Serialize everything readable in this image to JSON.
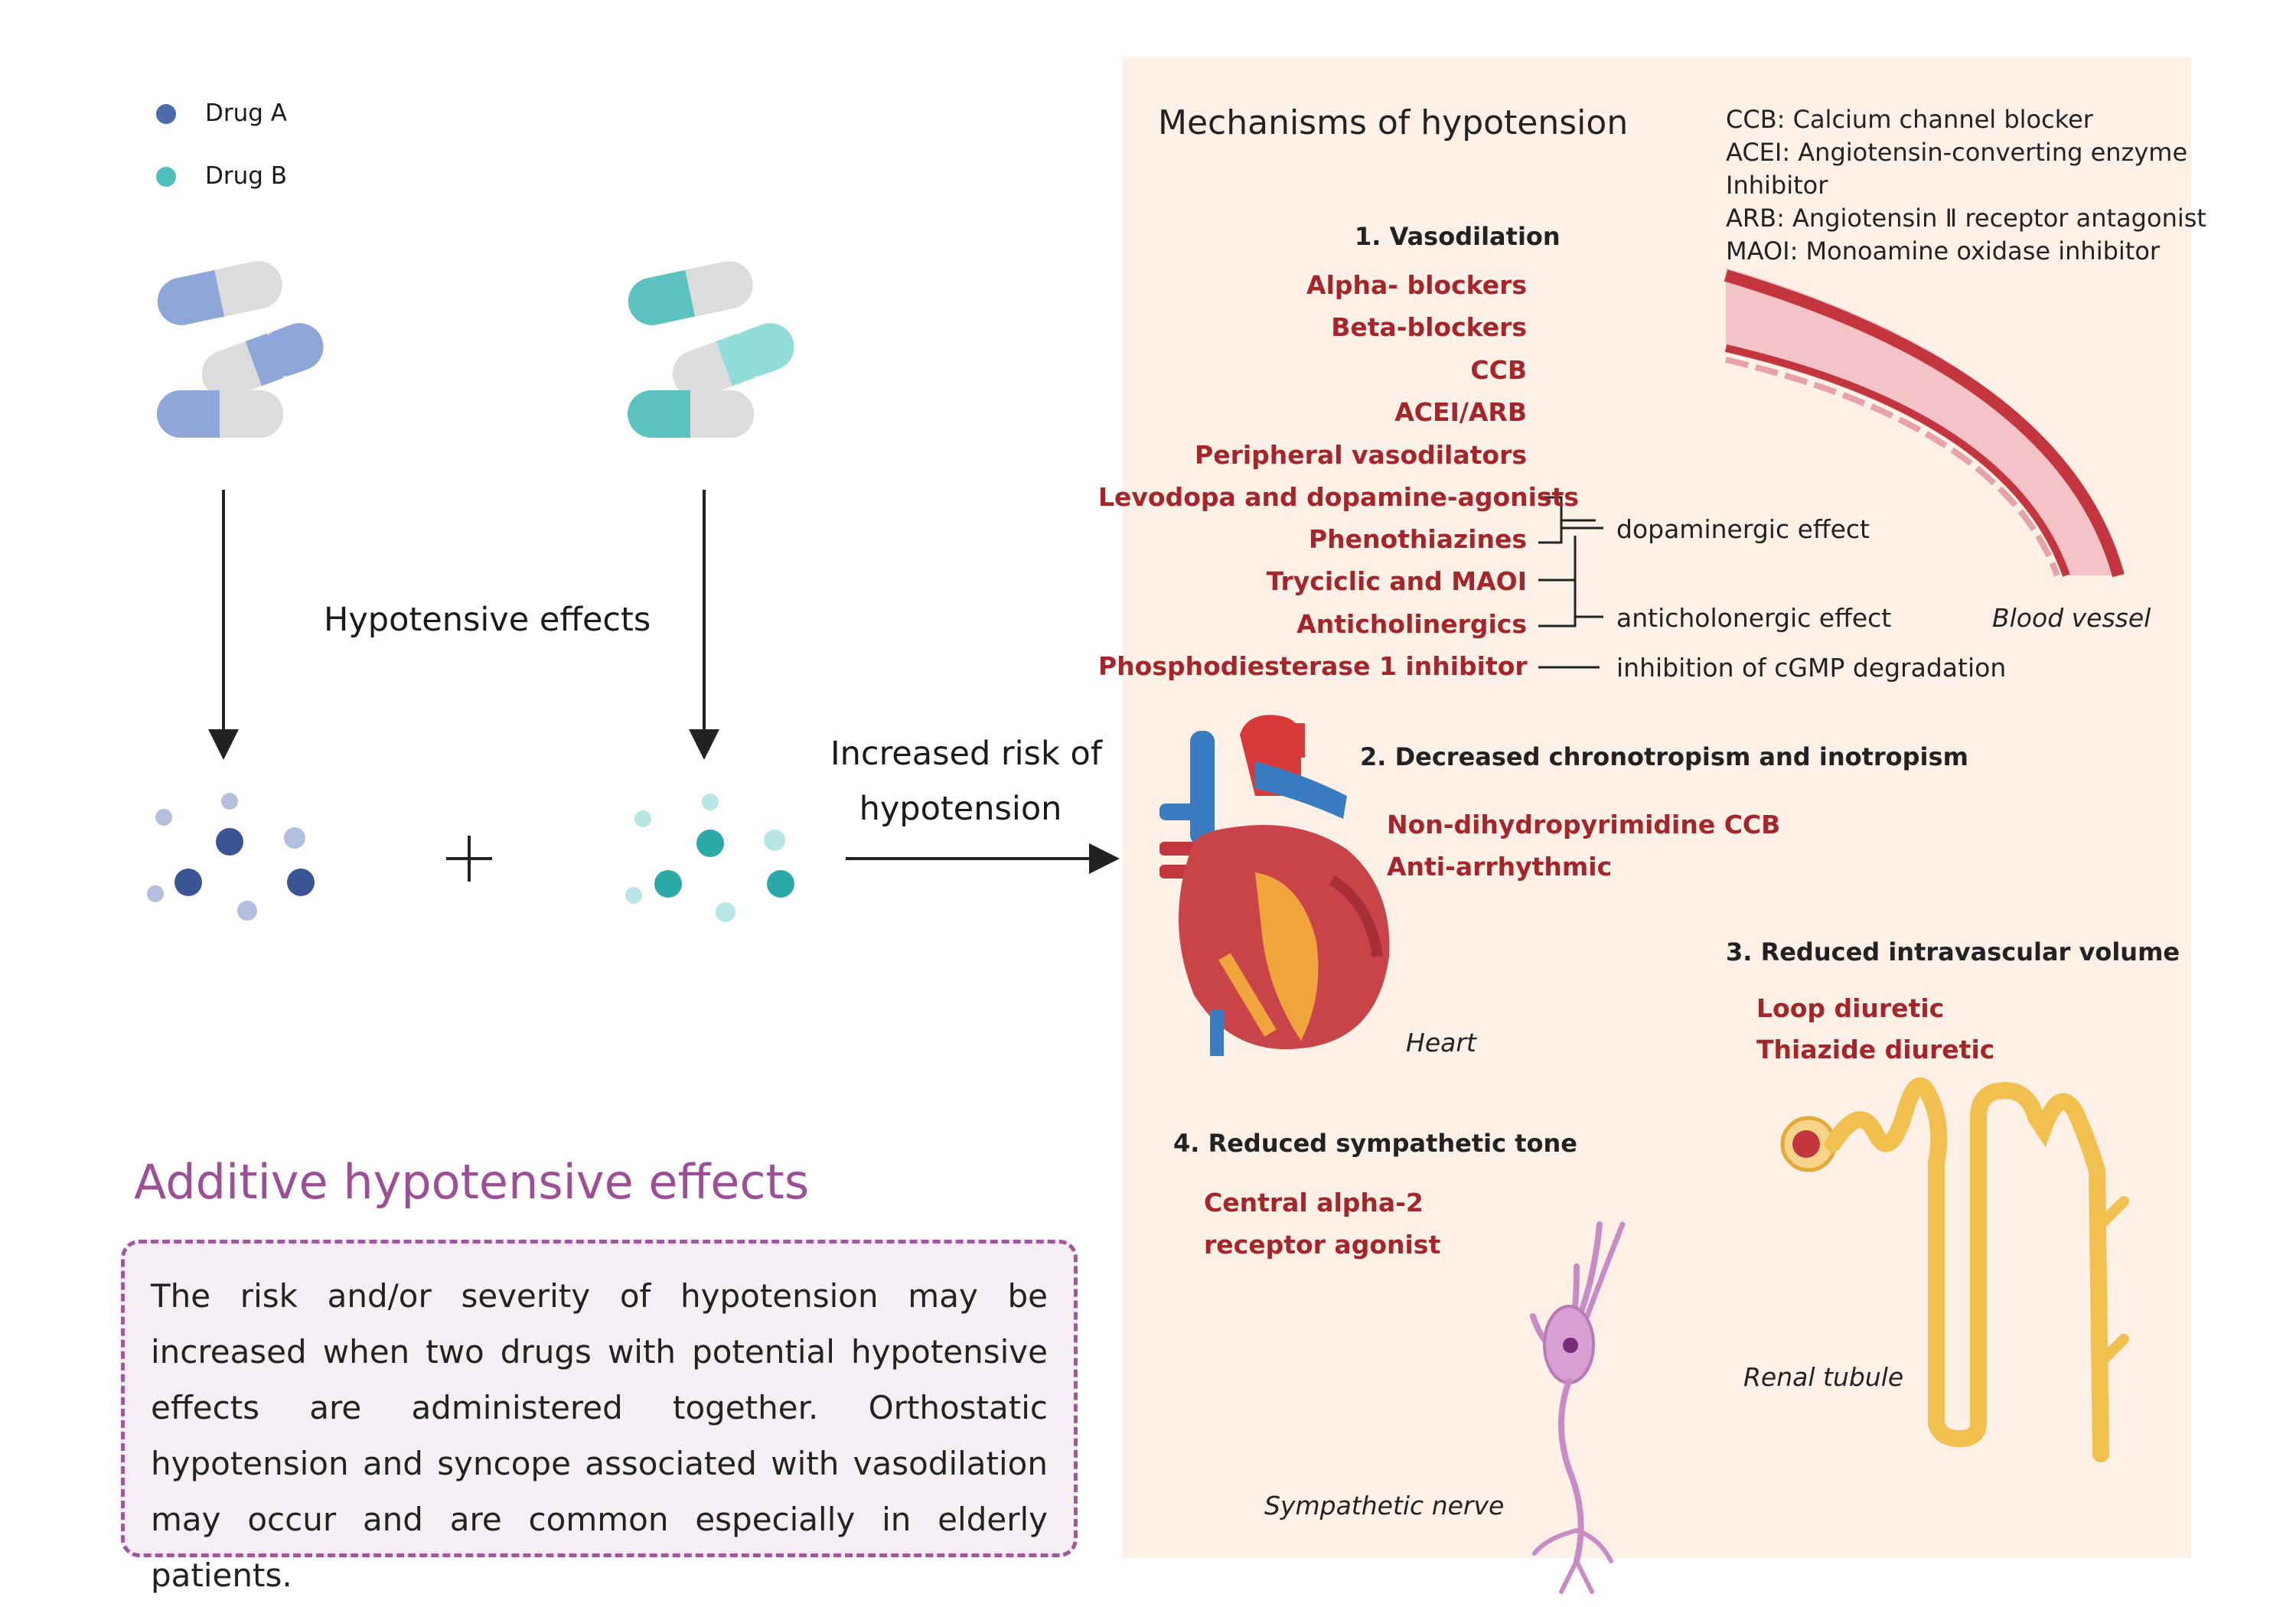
{
  "legend": {
    "items": [
      {
        "label": "Drug A",
        "color": "#4d6aab"
      },
      {
        "label": "Drug B",
        "color": "#4fbfbd"
      }
    ]
  },
  "left": {
    "hypotensive_effects_label": "Hypotensive effects",
    "arrow_label_line1": "Increased risk of",
    "arrow_label_line2": "hypotension"
  },
  "additive": {
    "title": "Additive hypotensive effects",
    "text": "The risk and/or severity of hypotension may be increased when two drugs with potential hypotensive effects are administered together. Orthostatic hypotension and syncope associated with vasodilation may occur and are common especially in elderly patients."
  },
  "panel": {
    "title": "Mechanisms of hypotension",
    "abbreviations": [
      "CCB: Calcium channel blocker",
      "ACEI: Angiotensin-converting enzyme",
      "Inhibitor",
      "ARB: Angiotensin Ⅱ receptor antagonist",
      "MAOI: Monoamine oxidase inhibitor"
    ],
    "vasodilation": {
      "heading": "1. Vasodilation",
      "drugs": [
        "Alpha- blockers",
        "Beta-blockers",
        "CCB",
        "ACEI/ARB",
        "Peripheral vasodilators",
        "Levodopa and dopamine-agonists",
        "Phenothiazines",
        "Tryciclic and MAOI",
        "Anticholinergics",
        "Phosphodiesterase 1 inhibitor"
      ],
      "effects": [
        "dopaminergic effect",
        "anticholonergic effect",
        "inhibition of cGMP degradation"
      ]
    },
    "chronotropism": {
      "heading": "2. Decreased chronotropism and inotropism",
      "drugs": [
        "Non-dihydropyrimidine CCB",
        "Anti-arrhythmic"
      ]
    },
    "volume": {
      "heading": "3. Reduced intravascular volume",
      "drugs": [
        "Loop diuretic",
        "Thiazide diuretic"
      ]
    },
    "sympathetic": {
      "heading": "4. Reduced sympathetic tone",
      "drugs": [
        "Central alpha-2",
        "receptor agonist"
      ]
    },
    "captions": {
      "blood_vessel": "Blood vessel",
      "heart": "Heart",
      "renal_tubule": "Renal tubule",
      "sympathetic_nerve": "Sympathetic nerve"
    }
  }
}
